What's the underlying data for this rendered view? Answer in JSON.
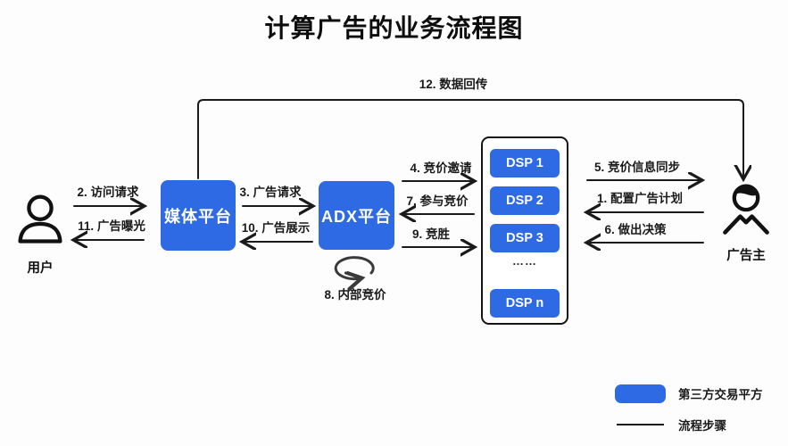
{
  "title": "计算广告的业务流程图",
  "colors": {
    "accent_blue": "#2d6ae3",
    "line": "#1a1a1a",
    "background": "#fdfdfd"
  },
  "actors": {
    "user": {
      "label": "用户",
      "icon": "user-icon"
    },
    "advertiser": {
      "label": "广告主",
      "icon": "advertiser-icon"
    }
  },
  "nodes": {
    "media": "媒体平台",
    "adx": "ADX平台",
    "dsp": {
      "items": [
        "DSP 1",
        "DSP 2",
        "DSP 3"
      ],
      "ellipsis": "……",
      "last": "DSP n"
    }
  },
  "flows": {
    "f1": "1. 配置广告计划",
    "f2": "2. 访问请求",
    "f3": "3. 广告请求",
    "f4": "4. 竞价邀请",
    "f5": "5. 竞价信息同步",
    "f6": "6. 做出决策",
    "f7": "7. 参与竞价",
    "f8": "8. 内部竞价",
    "f9": "9. 竞胜",
    "f10": "10. 广告展示",
    "f11": "11. 广告曝光",
    "f12": "12. 数据回传"
  },
  "legend": {
    "items": [
      {
        "symbol": "blue-box",
        "label": "第三方交易平方"
      },
      {
        "symbol": "line",
        "label": "流程步骤"
      }
    ]
  },
  "icons": {
    "user": "user-icon",
    "advertiser": "advertiser-icon",
    "loop": "internal-auction-loop-icon"
  }
}
